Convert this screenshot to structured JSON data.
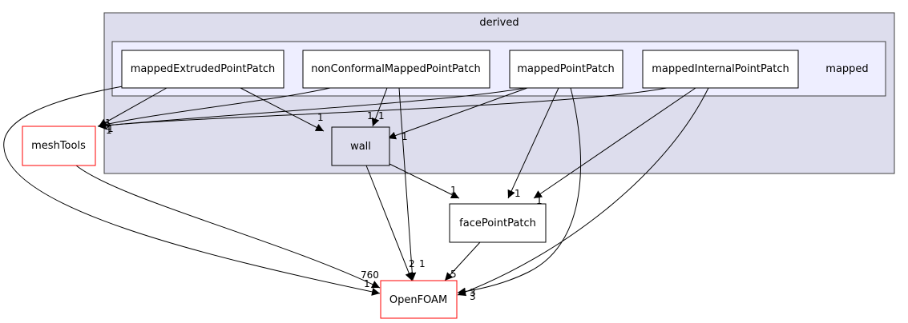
{
  "clusters": {
    "outer": {
      "label": "derived",
      "fill": "#dddded",
      "stroke": "#404040"
    },
    "inner": {
      "label": "mapped",
      "fill": "#eeeeff",
      "stroke": "#404040"
    }
  },
  "nodes": {
    "mappedExtrudedPointPatch": "mappedExtrudedPointPatch",
    "nonConformalMappedPointPatch": "nonConformalMappedPointPatch",
    "mappedPointPatch": "mappedPointPatch",
    "mappedInternalPointPatch": "mappedInternalPointPatch",
    "wall": "wall",
    "meshTools": "meshTools",
    "facePointPatch": "facePointPatch",
    "OpenFOAM": "OpenFOAM"
  },
  "edge_labels": {
    "extruded_wall": "1",
    "nonconf_wall": "1",
    "mappedpp_wall": "1",
    "nonconf_openfoam": "1",
    "wall_openfoam": "2",
    "wall_face": "1",
    "mappedpp_face": "1",
    "internal_face": "1",
    "face_openfoam": "5",
    "meshtools_openfoam": "760",
    "extruded_openfoam": "1",
    "internal_openfoam_a": "3",
    "internal_openfoam_b": "3",
    "meshtools_in_a": "1",
    "meshtools_in_b": "2",
    "meshtools_in_c": "1",
    "meshtools_in_d": "1"
  },
  "colors": {
    "node_border": "#000000",
    "external_border": "#ff0000",
    "edge": "#000000"
  }
}
